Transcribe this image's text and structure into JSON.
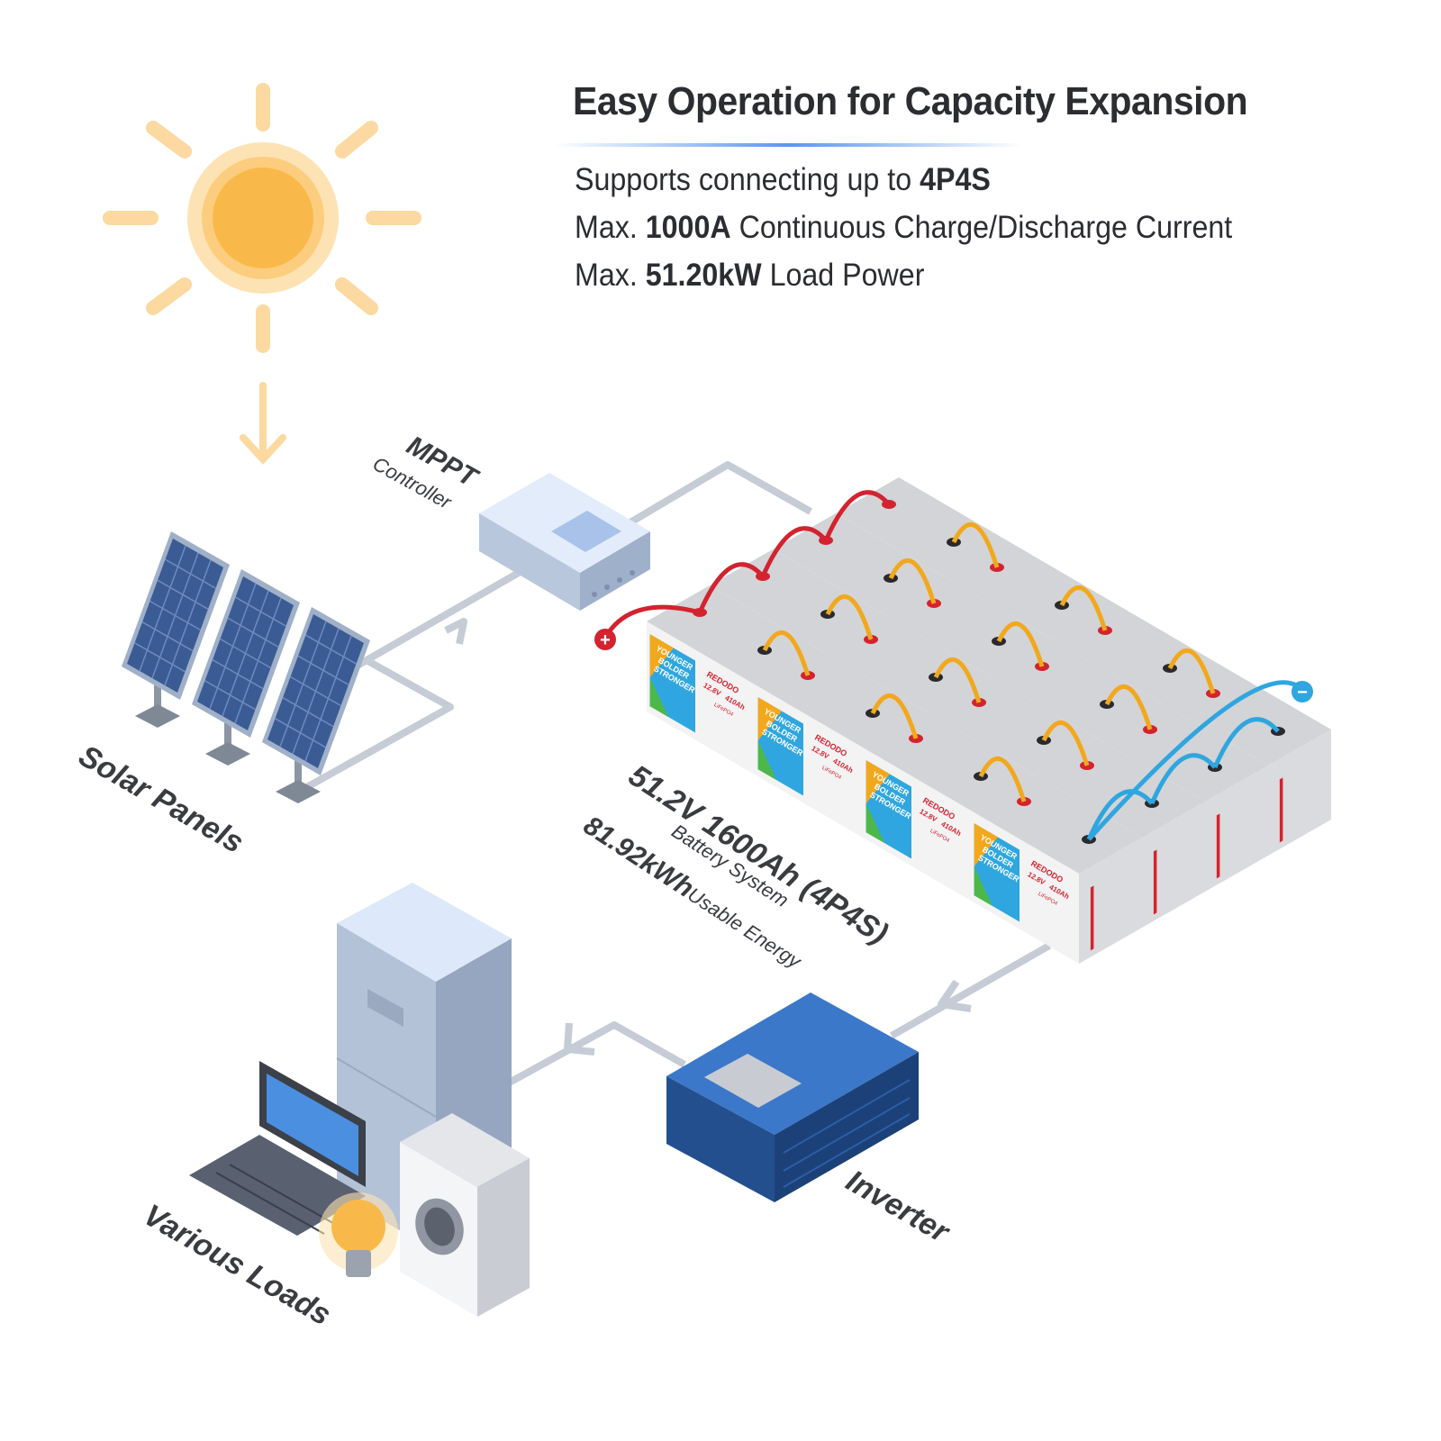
{
  "header": {
    "title": "Easy Operation for Capacity Expansion",
    "specs": [
      {
        "prefix": "Supports connecting up to ",
        "value": "4P4S",
        "suffix": ""
      },
      {
        "prefix": "Max. ",
        "value": "1000A",
        "suffix": " Continuous Charge/Discharge Current"
      },
      {
        "prefix": "Max. ",
        "value": "51.20kW",
        "suffix": " Load Power"
      }
    ]
  },
  "labels": {
    "mppt": "MPPT",
    "controller": "Controller",
    "solar_panels": "Solar Panels",
    "inverter": "Inverter",
    "various_loads": "Various Loads",
    "battery_spec": "51.2V 1600Ah (4P4S)",
    "battery_system": "Battery System",
    "energy_value": "81.92kWh",
    "energy_label": "Usable Energy",
    "positive": "+",
    "negative": "−"
  },
  "battery_label": {
    "slogan": [
      "YOUNGER",
      "BOLDER",
      "STRONGER"
    ],
    "brand": "REDODO",
    "voltage": "12.8V",
    "capacity": "410Ah",
    "chemistry": "LiFePO4"
  },
  "colors": {
    "sun": "#f9b94a",
    "flow_line": "#c5ccd5",
    "cable_pos": "#d2232f",
    "cable_neg": "#2fa6df",
    "cable_series": "#f2a81d",
    "inverter": "#2f66b3",
    "accent_line": "#5b95ef"
  }
}
